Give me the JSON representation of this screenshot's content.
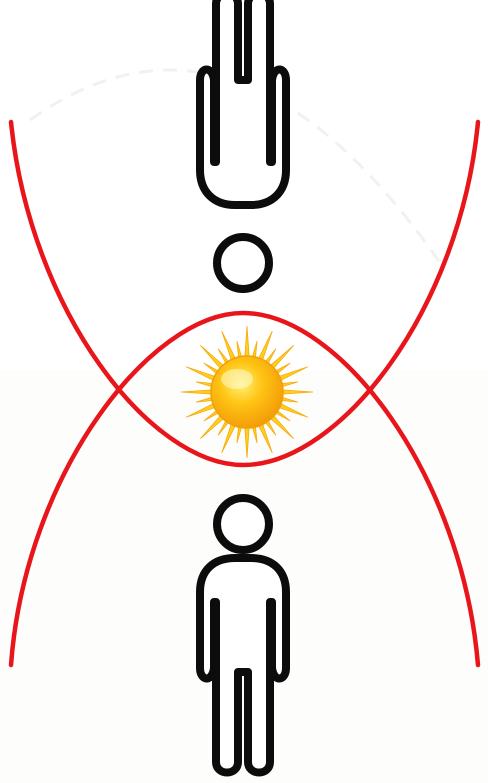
{
  "diagram": {
    "elements": [
      {
        "kind": "person-figure",
        "orientation": "upside-down"
      },
      {
        "kind": "person-figure",
        "orientation": "upright"
      },
      {
        "kind": "sun-icon"
      },
      {
        "kind": "arc",
        "shape": "curve-opening-up"
      },
      {
        "kind": "arc",
        "shape": "curve-opening-down"
      }
    ]
  },
  "colors": {
    "arc": "#e8161b",
    "figure_stroke": "#0c0c0c",
    "figure_fill": "#ffffff",
    "background": "#fdfdfb",
    "sun_core_light": "#fff27a",
    "sun_core_mid": "#ffc414",
    "sun_core_dark": "#f39a06",
    "sun_ray": "#ffcf1a",
    "sun_ray_edge": "#f6a90b"
  }
}
